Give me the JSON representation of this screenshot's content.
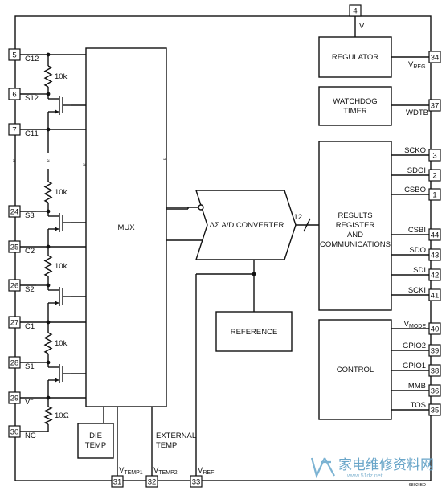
{
  "diagram": {
    "supply_pin": {
      "number": "4",
      "label": "V",
      "label_sup": "+"
    },
    "regulator": {
      "label": "REGULATOR",
      "pin": "34",
      "pin_label": "V",
      "pin_label_sub": "REG"
    },
    "watchdog": {
      "line1": "WATCHDOG",
      "line2": "TIMER",
      "pin": "37",
      "pin_label": "WDTB"
    },
    "results": {
      "line1": "RESULTS",
      "line2": "REGISTER",
      "line3": "AND",
      "line4": "COMMUNICATIONS",
      "pins": [
        {
          "num": "3",
          "label": "SCKO"
        },
        {
          "num": "2",
          "label": "SDOI"
        },
        {
          "num": "1",
          "label": "CSBO"
        },
        {
          "num": "44",
          "label": "CSBI"
        },
        {
          "num": "43",
          "label": "SDO"
        },
        {
          "num": "42",
          "label": "SDI"
        },
        {
          "num": "41",
          "label": "SCKI"
        }
      ]
    },
    "control": {
      "label": "CONTROL",
      "pins": [
        {
          "num": "40",
          "label": "V",
          "sub": "MODE"
        },
        {
          "num": "39",
          "label": "GPIO2",
          "sub": ""
        },
        {
          "num": "38",
          "label": "GPIO1",
          "sub": ""
        },
        {
          "num": "36",
          "label": "MMB",
          "sub": ""
        },
        {
          "num": "35",
          "label": "TOS",
          "sub": ""
        }
      ]
    },
    "mux": {
      "label": "MUX"
    },
    "adc": {
      "label": "ΔΣ A/D CONVERTER",
      "bus_width": "12"
    },
    "reference": {
      "label": "REFERENCE"
    },
    "die_temp": {
      "line1": "DIE",
      "line2": "TEMP"
    },
    "external_temp": {
      "line1": "EXTERNAL",
      "line2": "TEMP"
    },
    "left_pins": [
      {
        "num": "5",
        "label": "C12"
      },
      {
        "num": "6",
        "label": "S12"
      },
      {
        "num": "7",
        "label": "C11"
      },
      {
        "num": "24",
        "label": "S3"
      },
      {
        "num": "25",
        "label": "C2"
      },
      {
        "num": "26",
        "label": "S2"
      },
      {
        "num": "27",
        "label": "C1"
      },
      {
        "num": "28",
        "label": "S1"
      },
      {
        "num": "29",
        "label": "V",
        "sup": "–"
      },
      {
        "num": "30",
        "label": "NC"
      }
    ],
    "resistors": [
      "10k",
      "10k",
      "10k",
      "10k",
      "10Ω"
    ],
    "bottom_pins": [
      {
        "num": "31",
        "label": "V",
        "sub": "TEMP1"
      },
      {
        "num": "32",
        "label": "V",
        "sub": "TEMP2"
      },
      {
        "num": "33",
        "label": "V",
        "sub": "REF"
      }
    ],
    "figure_code": "6802 BD",
    "watermark": {
      "text": "家电维修资料网",
      "url": "www.51dz.net"
    }
  }
}
